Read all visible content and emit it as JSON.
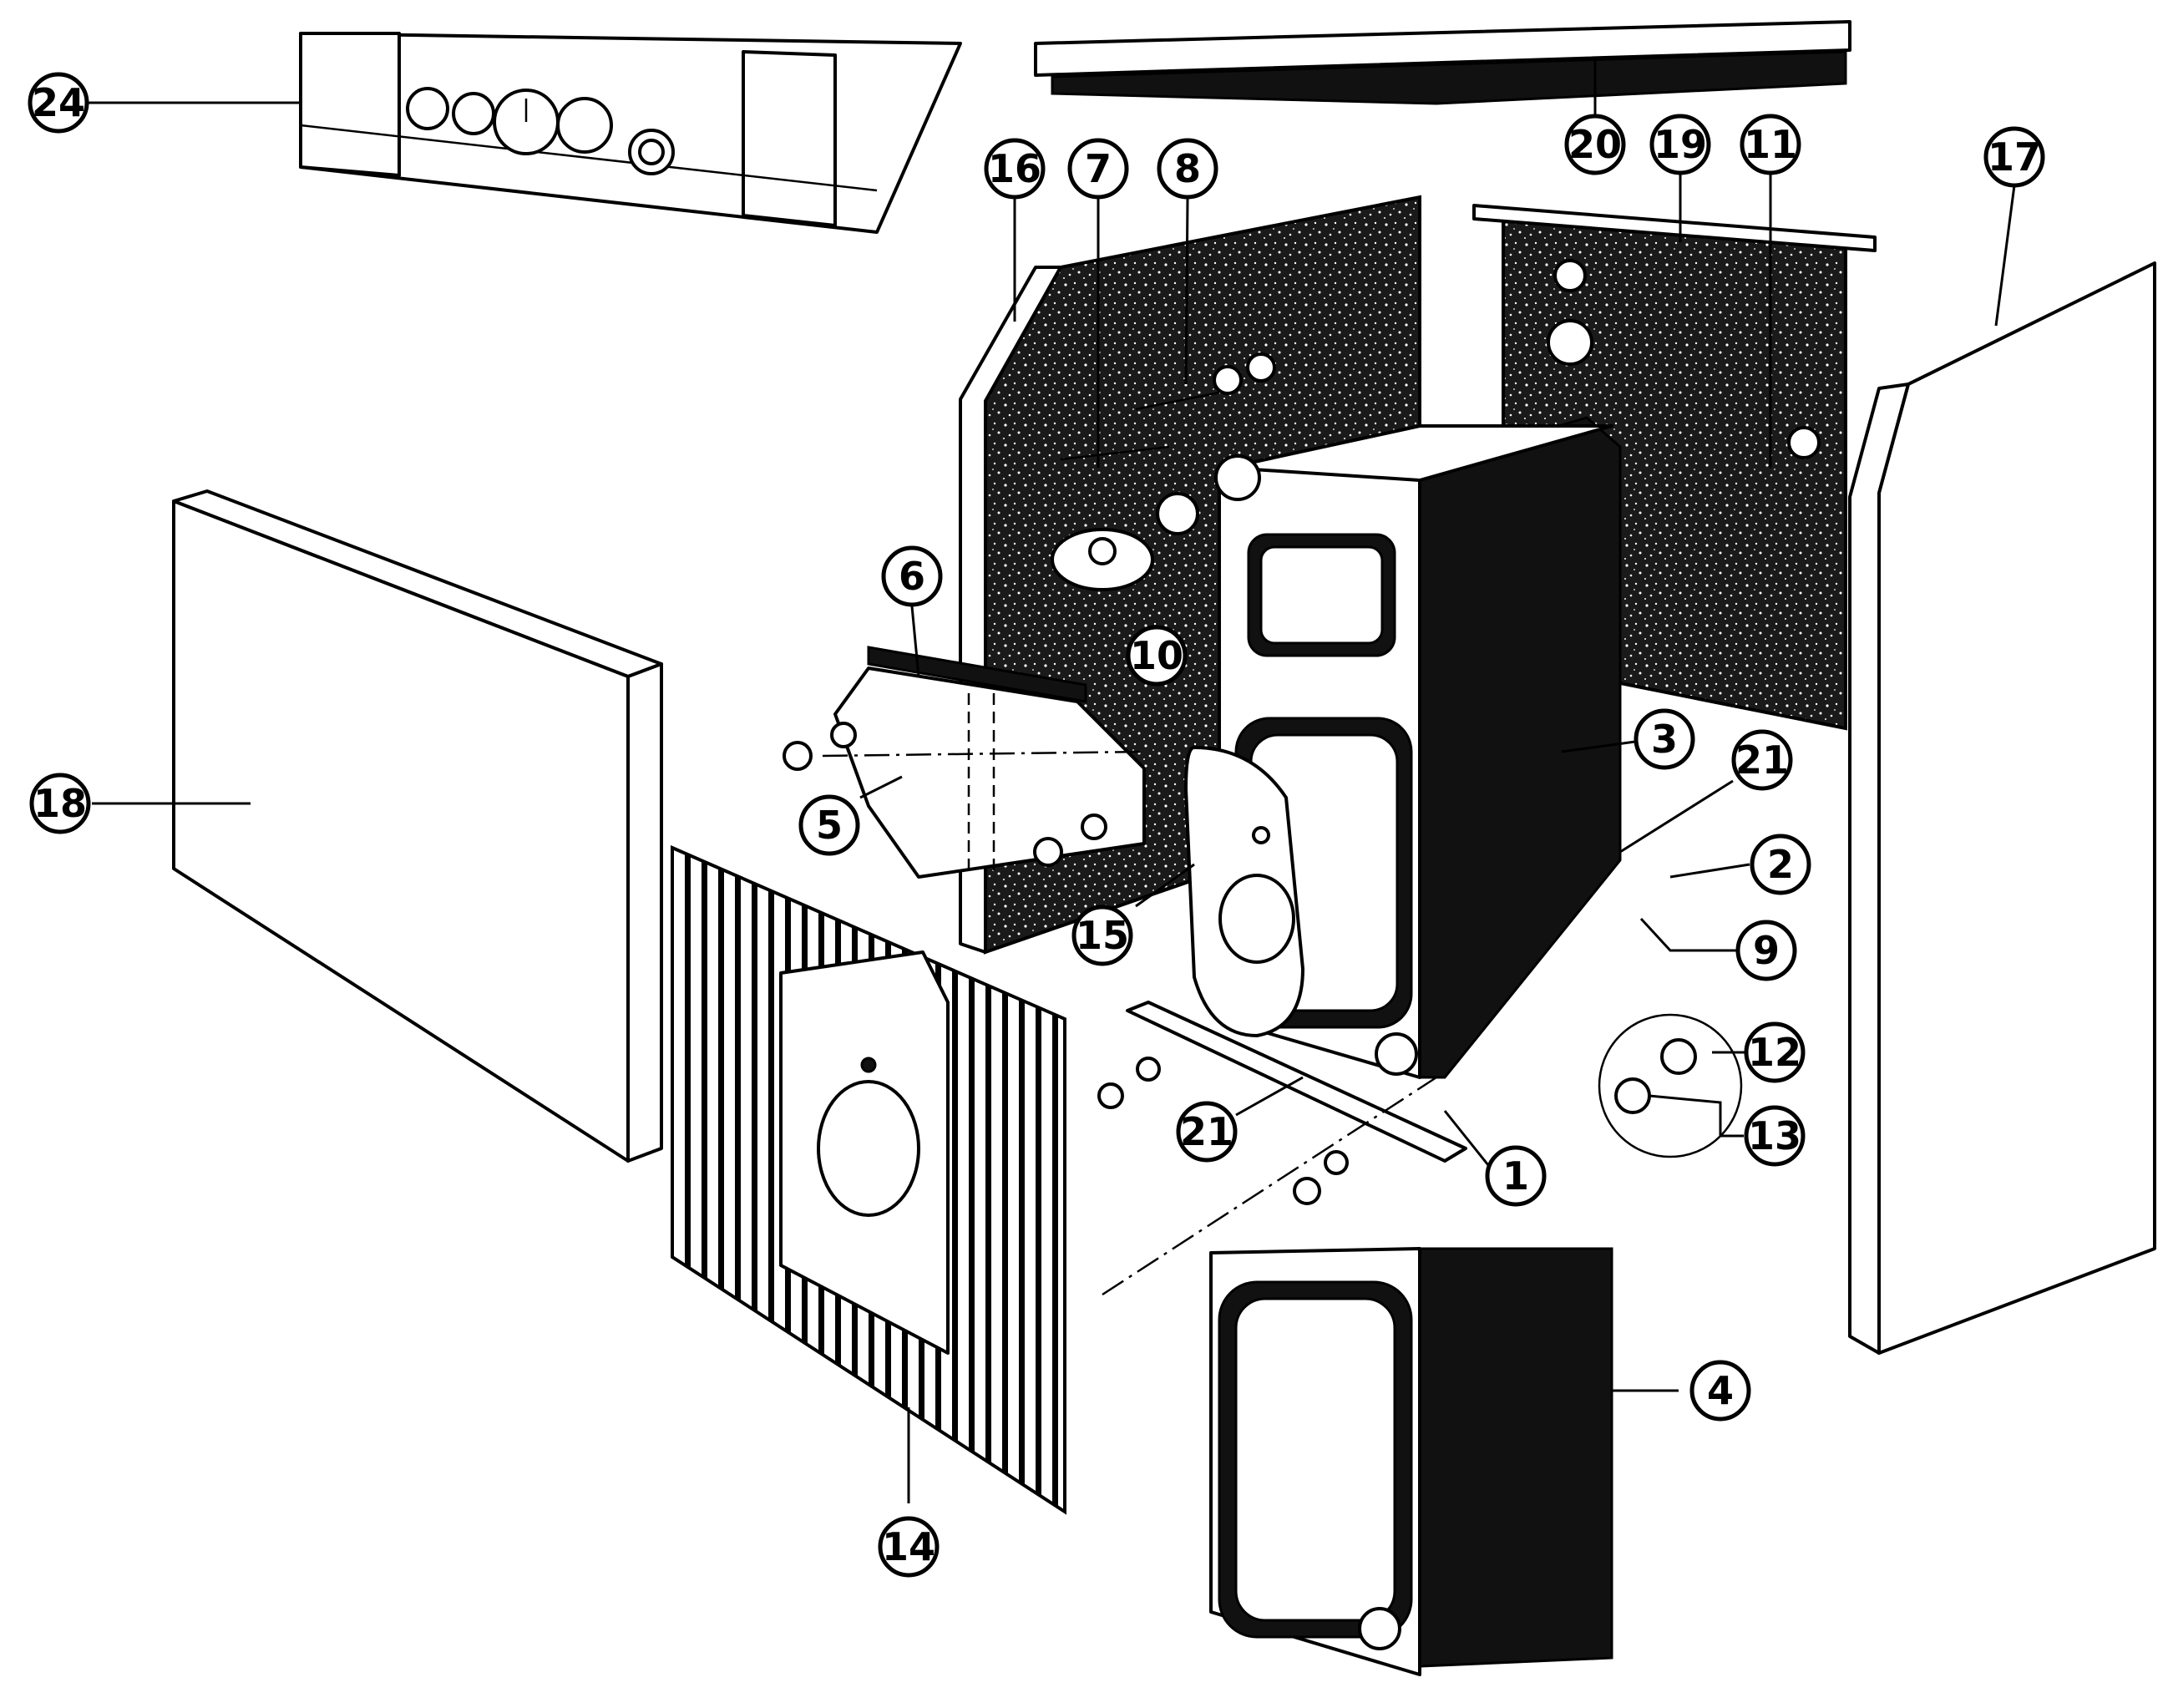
{
  "diagram": {
    "colors": {
      "ink": "#000000",
      "paper": "#ffffff",
      "insulation": "#1a1a1a"
    },
    "callouts": [
      {
        "id": "c24",
        "label": "24"
      },
      {
        "id": "c20",
        "label": "20"
      },
      {
        "id": "c19",
        "label": "19"
      },
      {
        "id": "c11",
        "label": "11"
      },
      {
        "id": "c17",
        "label": "17"
      },
      {
        "id": "c16",
        "label": "16"
      },
      {
        "id": "c7",
        "label": "7"
      },
      {
        "id": "c8",
        "label": "8"
      },
      {
        "id": "c6",
        "label": "6"
      },
      {
        "id": "c10",
        "label": "10"
      },
      {
        "id": "c5",
        "label": "5"
      },
      {
        "id": "c3",
        "label": "3"
      },
      {
        "id": "c21a",
        "label": "21"
      },
      {
        "id": "c2",
        "label": "2"
      },
      {
        "id": "c9",
        "label": "9"
      },
      {
        "id": "c18",
        "label": "18"
      },
      {
        "id": "c15",
        "label": "15"
      },
      {
        "id": "c12",
        "label": "12"
      },
      {
        "id": "c13",
        "label": "13"
      },
      {
        "id": "c21b",
        "label": "21"
      },
      {
        "id": "c1",
        "label": "1"
      },
      {
        "id": "c4",
        "label": "4"
      },
      {
        "id": "c14",
        "label": "14"
      }
    ]
  }
}
